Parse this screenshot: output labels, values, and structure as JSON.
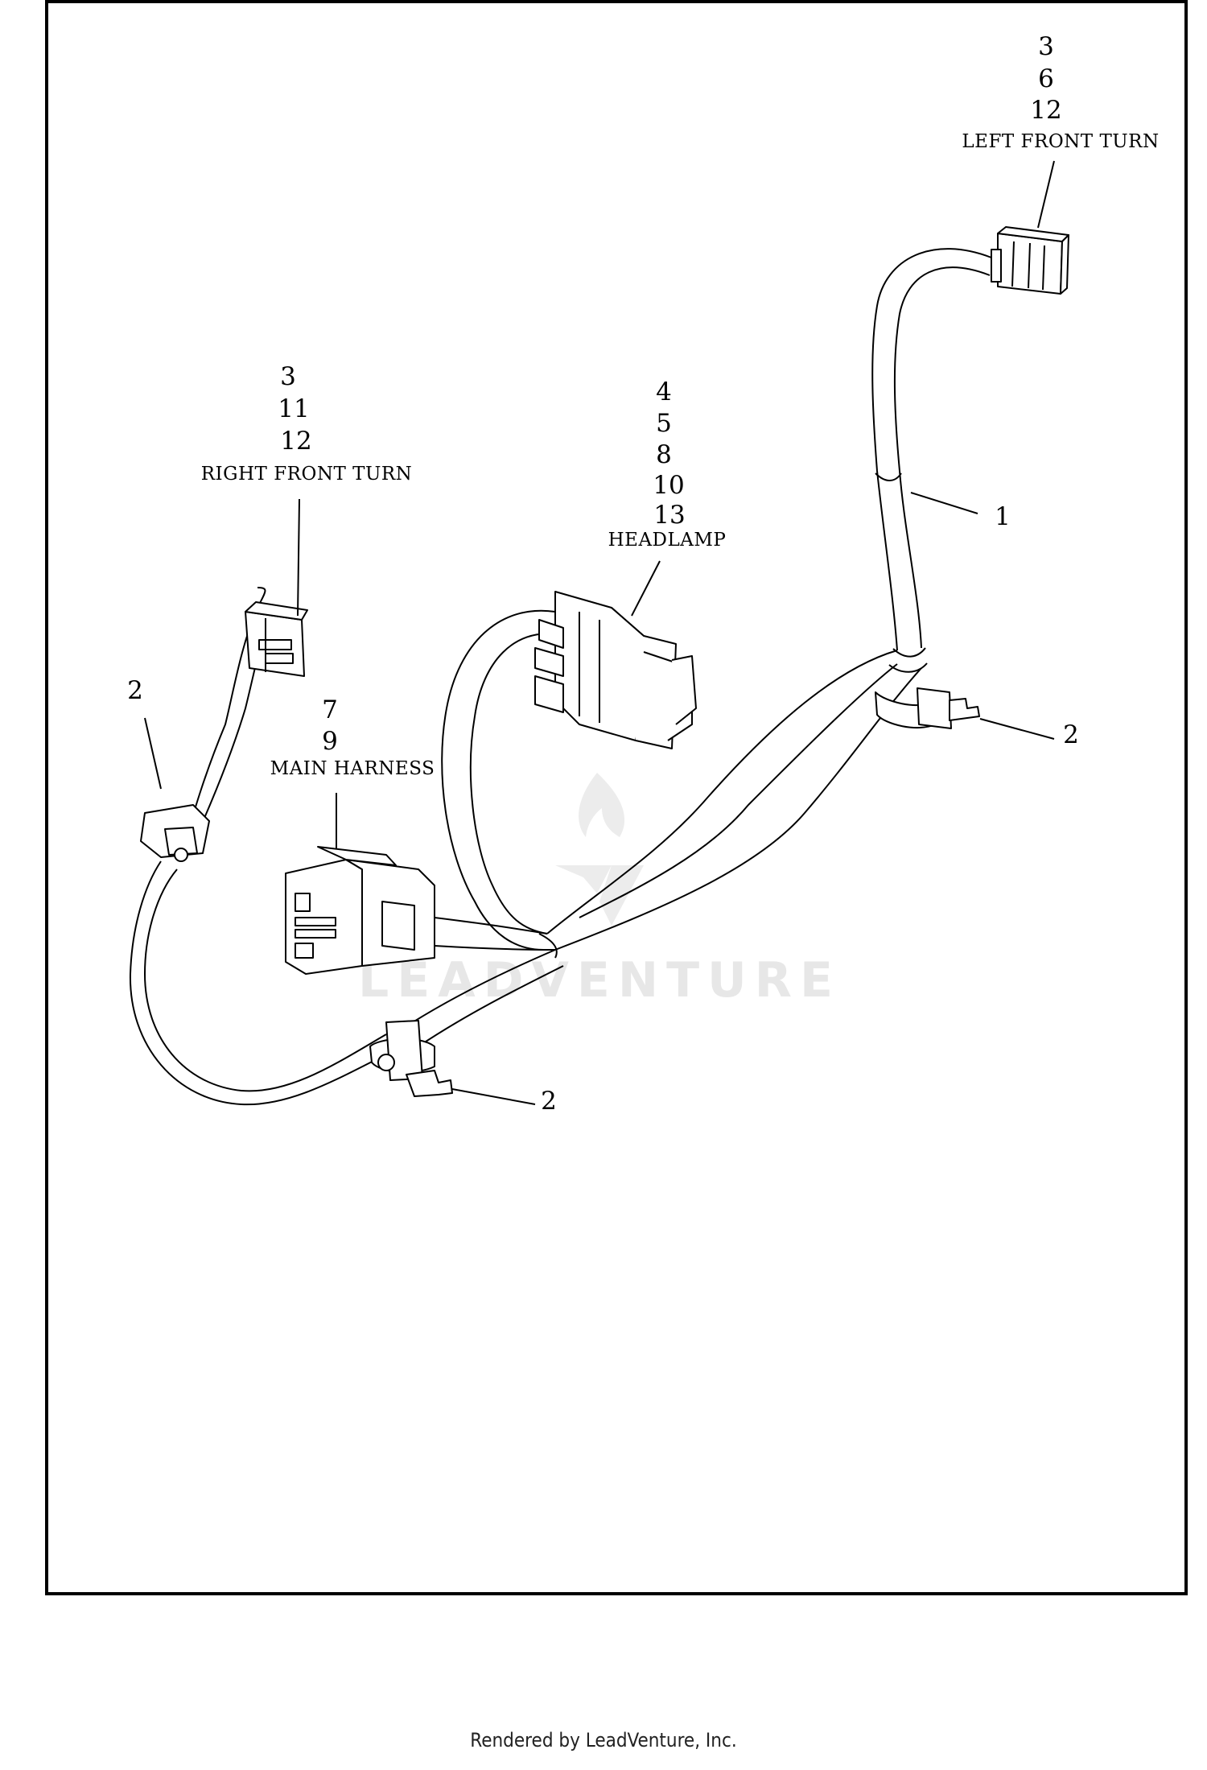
{
  "callouts": {
    "left_front_turn": {
      "items": [
        "3",
        "6",
        "12"
      ],
      "label": "LEFT FRONT TURN"
    },
    "right_front_turn": {
      "items": [
        "3",
        "11",
        "12"
      ],
      "label": "RIGHT FRONT TURN"
    },
    "headlamp": {
      "items": [
        "4",
        "5",
        "8",
        "10",
        "13"
      ],
      "label": "HEADLAMP"
    },
    "main_harness": {
      "items": [
        "7",
        "9"
      ],
      "label": "MAIN HARNESS"
    },
    "harness": {
      "item": "1"
    },
    "clip_left": {
      "item": "2"
    },
    "clip_right": {
      "item": "2"
    },
    "clip_bottom": {
      "item": "2"
    }
  },
  "watermark": "LEADVENTURE",
  "footer": "Rendered by LeadVenture, Inc.",
  "colors": {
    "ink": "#000000",
    "paper": "#ffffff",
    "watermark": "#e7e7e7"
  }
}
